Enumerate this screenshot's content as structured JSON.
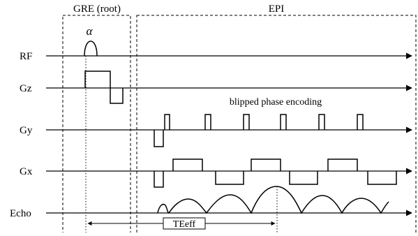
{
  "sections": {
    "gre_label": "GRE (root)",
    "epi_label": "EPI"
  },
  "flip_angle_symbol": "α",
  "channels": {
    "rf": "RF",
    "gz": "Gz",
    "gy": "Gy",
    "gx": "Gx",
    "echo": "Echo"
  },
  "annotations": {
    "blipped": "blipped phase encoding",
    "teeff": "TEeff"
  }
}
